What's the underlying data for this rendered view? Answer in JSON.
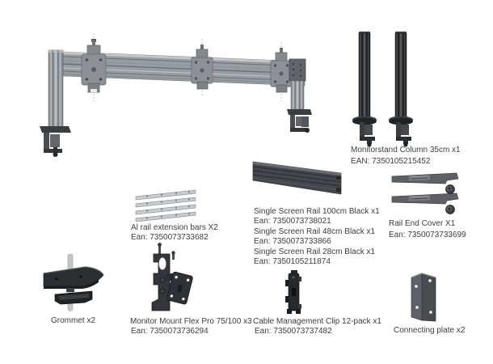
{
  "title": "Monitor mount kit contents diagram",
  "items": {
    "main_assembly": {
      "image": "triple-monitor-desk-mount-assembly"
    },
    "monitorstand": {
      "name": "Monitorstand Column 35cm x1",
      "ean": "EAN: 7350105215452"
    },
    "al_rail": {
      "name": "Al rail extension bars X2",
      "ean": "Ean: 7350073733682"
    },
    "rail100": {
      "name": "Single Screen Rail 100cm Black x1",
      "ean": "Ean: 7350073738021"
    },
    "rail48": {
      "name": "Single Screen Rail 48cm Black x1",
      "ean": "Ean: 7350073733866"
    },
    "rail28": {
      "name": "Single Screen Rail 28cm Black x1",
      "ean": "Ean: 7350105211874"
    },
    "end_cover": {
      "name": "Rail End Cover X1",
      "ean": "Ean: 7350073733699"
    },
    "grommet": {
      "name": "Grommet x2"
    },
    "flex_mount": {
      "name": "Monitor Mount Flex Pro 75/100 x3",
      "ean": "Ean: 7350073736294"
    },
    "cable_clip": {
      "name": "Cable Management Clip 12-pack x1",
      "ean": "Ean: 7350073737482"
    },
    "connecting_plate": {
      "name": "Connecting plate x2"
    }
  },
  "colors": {
    "background": "#ffffff",
    "label_text": "#3d3d3d",
    "silver_rail": "#989da1",
    "dark_part": "#33373b",
    "black_part": "#26292c"
  }
}
